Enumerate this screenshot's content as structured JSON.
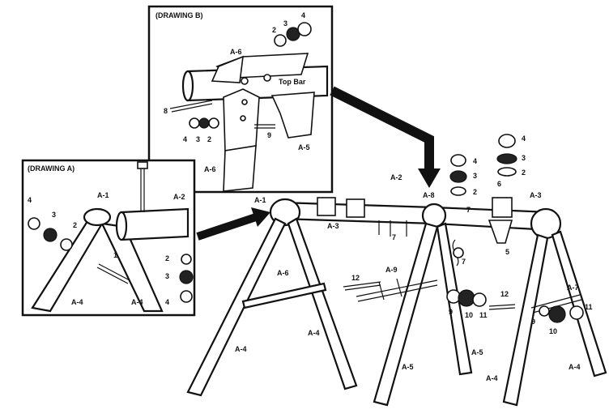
{
  "drawings": {
    "b_title": "(DRAWING B)",
    "a_title": "(DRAWING A)"
  },
  "labels": {
    "a1": "A-1",
    "a2": "A-2",
    "a3": "A-3",
    "a4": "A-4",
    "a5": "A-5",
    "a6": "A-6",
    "a7": "A-7",
    "a8": "A-8",
    "a9": "A-9",
    "n1": "1",
    "n2": "2",
    "n3": "3",
    "n4": "4",
    "n5": "5",
    "n6": "6",
    "n7": "7",
    "n8": "8",
    "n9": "9",
    "n10": "10",
    "n11": "11",
    "n12": "12",
    "top_bar": "Top Bar"
  }
}
